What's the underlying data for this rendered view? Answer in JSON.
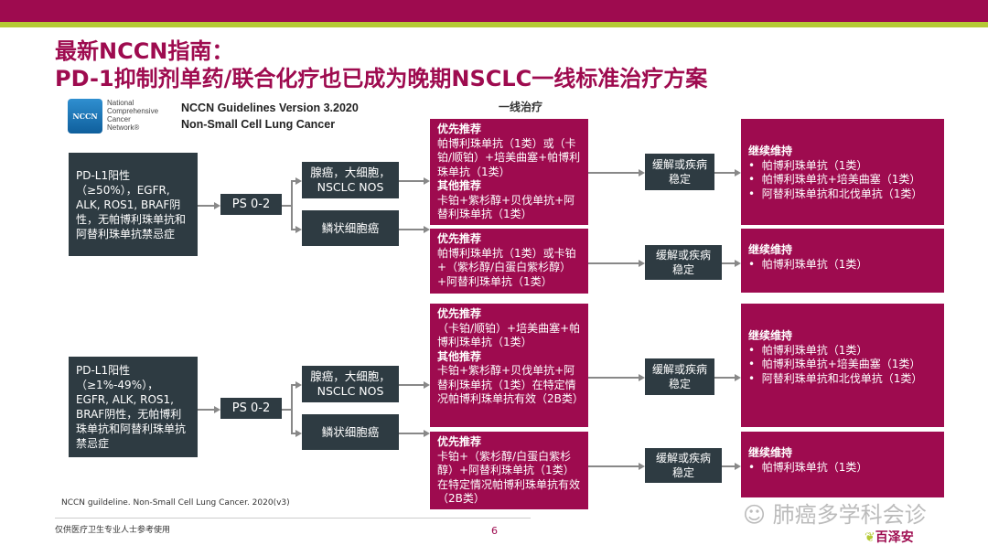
{
  "title": {
    "line1": "最新NCCN指南：",
    "line2": "PD-1抑制剂单药/联合化疗也已成为晚期NSCLC一线标准治疗方案"
  },
  "logo": {
    "mark": "NCCN",
    "name_lines": [
      "National",
      "Comprehensive",
      "Cancer",
      "Network®"
    ]
  },
  "guidelines": {
    "version": "NCCN Guidelines Version 3.2020",
    "disease": "Non-Small Cell Lung Cancer"
  },
  "column_header": "一线治疗",
  "groups": [
    {
      "criteria": "PD-L1阳性（≥50%），EGFR, ALK, ROS1, BRAF阴性，无帕博利珠单抗和阿替利珠单抗禁忌症",
      "ps": "PS 0-2",
      "histologies": [
        {
          "label": "腺癌，大细胞，NSCLC NOS",
          "treatment": [
            {
              "h": "优先推荐",
              "t": "帕博利珠单抗（1类）或（卡铂/顺铂）+培美曲塞+帕博利珠单抗（1类）"
            },
            {
              "h": "其他推荐",
              "t": "卡铂+紫杉醇+贝伐单抗+阿替利珠单抗（1类）"
            }
          ],
          "response": "缓解或疾病稳定",
          "maintenance": {
            "h": "继续维持",
            "items": [
              "帕博利珠单抗（1类）",
              "帕博利珠单抗+培美曲塞（1类）",
              "阿替利珠单抗和北伐单抗（1类）"
            ]
          }
        },
        {
          "label": "鳞状细胞癌",
          "treatment": [
            {
              "h": "优先推荐",
              "t": "帕博利珠单抗（1类）或卡铂+（紫杉醇/白蛋白紫杉醇）+阿替利珠单抗（1类）"
            }
          ],
          "response": "缓解或疾病稳定",
          "maintenance": {
            "h": "继续维持",
            "items": [
              "帕博利珠单抗（1类）"
            ]
          }
        }
      ]
    },
    {
      "criteria": "PD-L1阳性（≥1%-49%），EGFR, ALK, ROS1, BRAF阴性，无帕博利珠单抗和阿替利珠单抗禁忌症",
      "ps": "PS 0-2",
      "histologies": [
        {
          "label": "腺癌，大细胞，NSCLC NOS",
          "treatment": [
            {
              "h": "优先推荐",
              "t": "（卡铂/顺铂）+培美曲塞+帕博利珠单抗（1类）"
            },
            {
              "h": "其他推荐",
              "t": "卡铂+紫杉醇+贝伐单抗+阿替利珠单抗（1类）在特定情况帕博利珠单抗有效（2B类）"
            }
          ],
          "response": "缓解或疾病稳定",
          "maintenance": {
            "h": "继续维持",
            "items": [
              "帕博利珠单抗（1类）",
              "帕博利珠单抗+培美曲塞（1类）",
              "阿替利珠单抗和北伐单抗（1类）"
            ]
          }
        },
        {
          "label": "鳞状细胞癌",
          "treatment": [
            {
              "h": "优先推荐",
              "t": "卡铂+（紫杉醇/白蛋白紫杉醇）+阿替利珠单抗（1类）在特定情况帕博利珠单抗有效（2B类）"
            }
          ],
          "response": "缓解或疾病稳定",
          "maintenance": {
            "h": "继续维持",
            "items": [
              "帕博利珠单抗（1类）"
            ]
          }
        }
      ]
    }
  ],
  "footnote": "NCCN guildeline. Non-Small Cell Lung Cancer. 2020(v3)",
  "disclaimer": "仅供医疗卫生专业人士参考使用",
  "page_number": "6",
  "watermark": "肺癌多学科会诊",
  "brand": "百泽安"
}
